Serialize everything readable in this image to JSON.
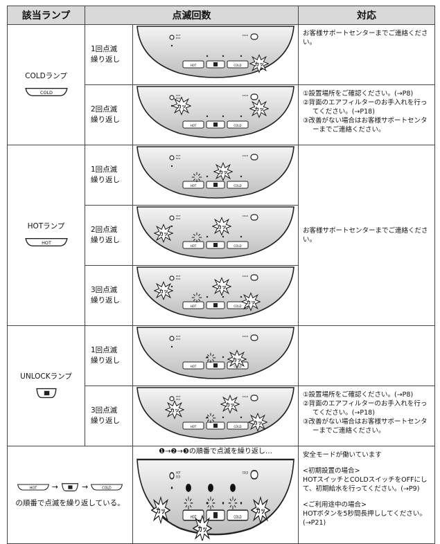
{
  "headers": {
    "lamp": "該当ランプ",
    "blinks": "点滅回数",
    "action": "対応"
  },
  "panel_text": {
    "hot": "HOT",
    "eco": "ECO",
    "cold": "COLD",
    "kaa": "カッ"
  },
  "cold": {
    "lamp_label": "COLDランプ",
    "button_label": "COLD",
    "rows": [
      {
        "count": [
          "1回点滅",
          "繰り返し"
        ]
      },
      {
        "count": [
          "2回点滅",
          "繰り返し"
        ]
      }
    ],
    "action_1": "お客様サポートセンターまでご連絡ください。",
    "action_2": [
      "①設置場所をご確認ください。(→P8)",
      "②背面のエアフィルターのお手入れを行ってください。(→P18)",
      "③改善がない場合はお客様サポートセンターまでご連絡ください。"
    ]
  },
  "hot": {
    "lamp_label": "HOTランプ",
    "button_label": "HOT",
    "rows": [
      {
        "count": [
          "1回点滅",
          "繰り返し"
        ]
      },
      {
        "count": [
          "2回点滅",
          "繰り返し"
        ]
      },
      {
        "count": [
          "3回点滅",
          "繰り返し"
        ]
      }
    ],
    "action": "お客様サポートセンターまでご連絡ください。"
  },
  "unlock": {
    "lamp_label": "UNLOCKランプ",
    "rows": [
      {
        "count": [
          "1回点滅",
          "繰り返し"
        ]
      },
      {
        "count": [
          "3回点滅",
          "繰り返し"
        ]
      }
    ],
    "action_2": [
      "①設置場所をご確認ください。(→P8)",
      "②背面のエアフィルターのお手入れを行ってください。(→P18)",
      "③改善がない場合はお客様サポートセンターまでご連絡ください。"
    ]
  },
  "sequence": {
    "btn_hot": "HOT",
    "btn_cold": "COLD",
    "arrow": "→",
    "caption": "の順番で点滅を繰り返している。",
    "order_title": "❶→❷→❸の順番で点滅を繰り返し…",
    "markers": [
      "1",
      "2",
      "3"
    ],
    "action": {
      "line1": "安全モードが働いています",
      "h1": "<初期設置の場合>",
      "t1": "HOTスイッチとCOLDスイッチをOFFにして、初期給水を行ってください。(→P9)",
      "h2": "<ご利用途中の場合>",
      "t2": "HOTボタンを5秒間長押ししてください。(→P21)"
    }
  }
}
